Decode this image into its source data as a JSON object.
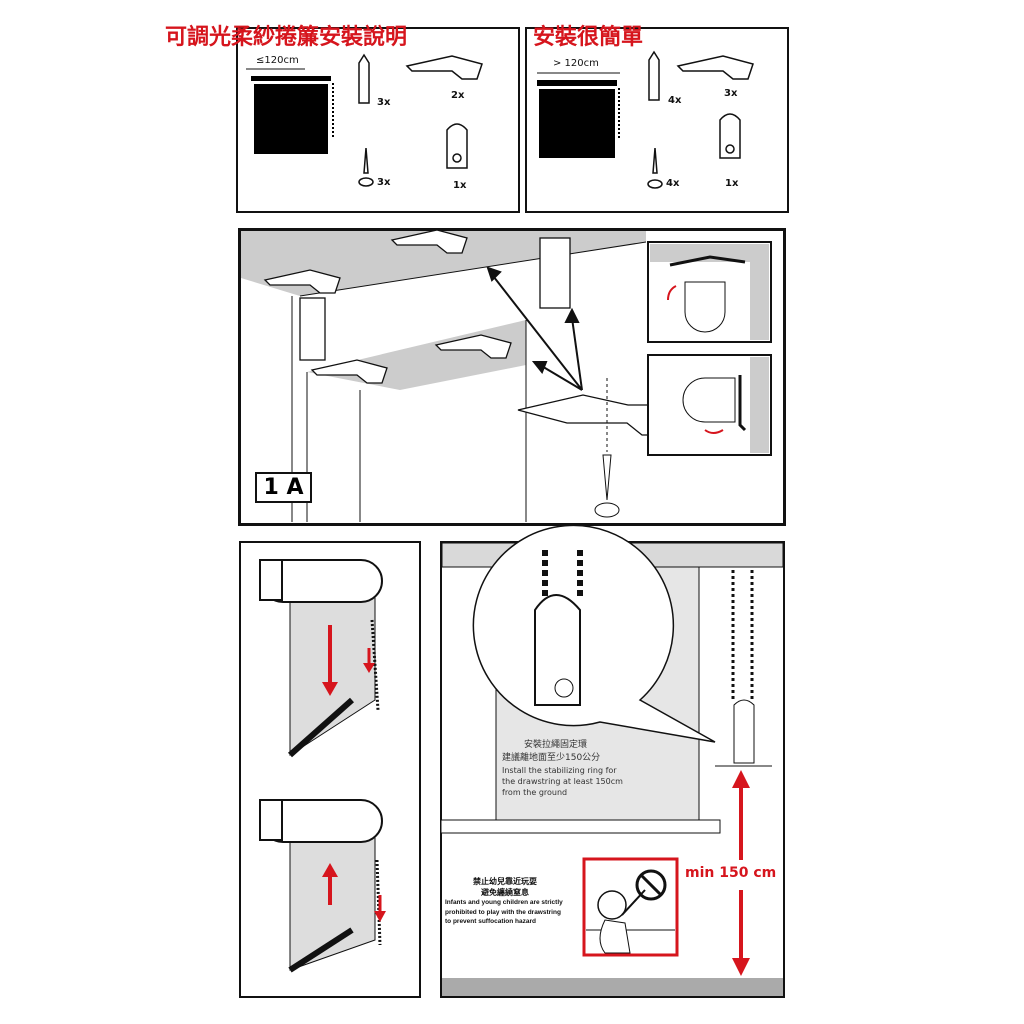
{
  "title": "可調光柔紗捲簾安裝說明",
  "subtitle": "安裝很簡單",
  "kit_small": {
    "width_label": "≤120cm",
    "anchors": "3x",
    "screws": "3x",
    "brackets": "2x",
    "ring": "1x"
  },
  "kit_large": {
    "width_label": "> 120cm",
    "anchors": "4x",
    "screws": "4x",
    "brackets": "3x",
    "ring": "1x"
  },
  "step_label": "1 A",
  "ring_note": {
    "zh_line1": "安裝拉繩固定環",
    "zh_line2": "建議離地面至少150公分",
    "en_line1": "Install the stabilizing ring for",
    "en_line2": "the drawstring at least 150cm",
    "en_line3": "from the ground"
  },
  "height_label": "min 150 cm",
  "warning": {
    "zh_line1": "禁止幼兒靠近玩耍",
    "zh_line2": "避免纏繞窒息",
    "en_line1": "Infants and young children are strictly",
    "en_line2": "prohibited to play with the drawstring",
    "en_line3": "to prevent suffocation hazard"
  },
  "colors": {
    "accent": "#d6151d",
    "gray": "#d9d9d9"
  }
}
